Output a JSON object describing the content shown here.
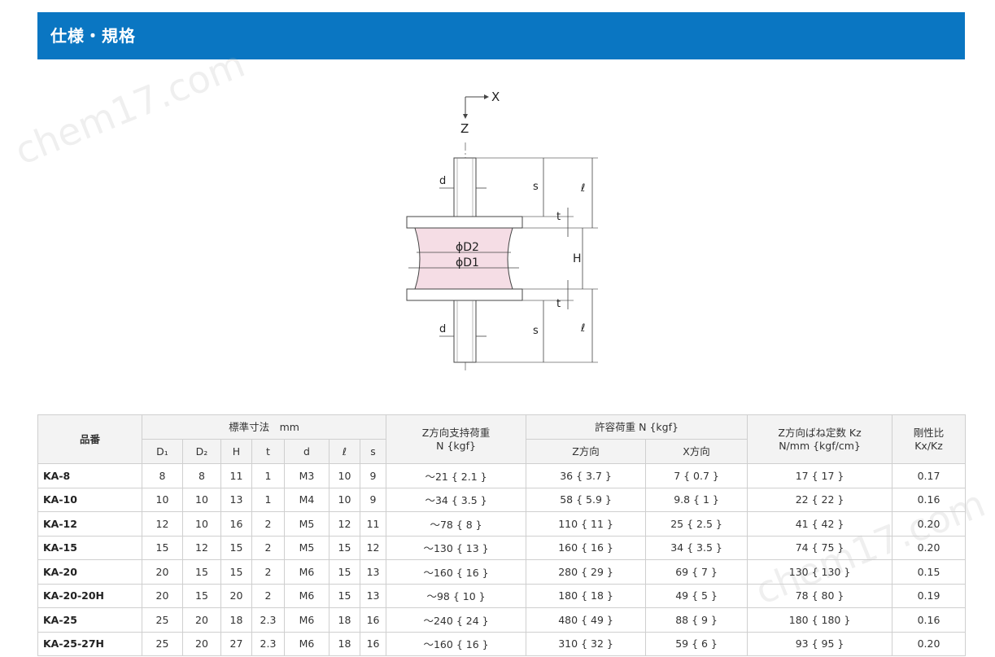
{
  "header": {
    "title": "仕様・規格"
  },
  "watermark": "chem17.com",
  "diagram": {
    "axis_x": "X",
    "axis_z": "Z",
    "label_d_top": "d",
    "label_d_bottom": "d",
    "label_s_top": "s",
    "label_s_bottom": "s",
    "label_l_top": "ℓ",
    "label_l_bottom": "ℓ",
    "label_t_top": "t",
    "label_t_bottom": "t",
    "label_H": "H",
    "label_D2": "ϕD2",
    "label_D1": "ϕD1"
  },
  "table": {
    "head": {
      "model": "品番",
      "std_dims": "標準寸法　mm",
      "z_support_load_line1": "Z方向支持荷重",
      "z_support_load_line2": "N {kgf}",
      "allow_load": "許容荷重 N {kgf}",
      "spring_const_line1": "Z方向ばね定数 Kz",
      "spring_const_line2": "N/mm {kgf/cm}",
      "stiffness_line1": "剛性比",
      "stiffness_line2": "Kx/Kz",
      "d1": "D₁",
      "d2": "D₂",
      "h": "H",
      "t": "t",
      "d": "d",
      "l": "ℓ",
      "s": "s",
      "z_dir": "Z方向",
      "x_dir": "X方向"
    },
    "rows": [
      {
        "model": "KA-8",
        "d1": "8",
        "d2": "8",
        "h": "11",
        "t": "1",
        "d": "M3",
        "l": "10",
        "s": "9",
        "support": "～21 { 2.1 }",
        "allow_z": "36 { 3.7 }",
        "allow_x": "7 { 0.7 }",
        "kz": "17 { 17 }",
        "ratio": "0.17"
      },
      {
        "model": "KA-10",
        "d1": "10",
        "d2": "10",
        "h": "13",
        "t": "1",
        "d": "M4",
        "l": "10",
        "s": "9",
        "support": "～34 { 3.5 }",
        "allow_z": "58 { 5.9 }",
        "allow_x": "9.8 { 1 }",
        "kz": "22 { 22 }",
        "ratio": "0.16"
      },
      {
        "model": "KA-12",
        "d1": "12",
        "d2": "10",
        "h": "16",
        "t": "2",
        "d": "M5",
        "l": "12",
        "s": "11",
        "support": "～78 { 8 }",
        "allow_z": "110 { 11 }",
        "allow_x": "25 { 2.5 }",
        "kz": "41 { 42 }",
        "ratio": "0.20"
      },
      {
        "model": "KA-15",
        "d1": "15",
        "d2": "12",
        "h": "15",
        "t": "2",
        "d": "M5",
        "l": "15",
        "s": "12",
        "support": "～130 { 13 }",
        "allow_z": "160 { 16 }",
        "allow_x": "34 { 3.5 }",
        "kz": "74 { 75 }",
        "ratio": "0.20"
      },
      {
        "model": "KA-20",
        "d1": "20",
        "d2": "15",
        "h": "15",
        "t": "2",
        "d": "M6",
        "l": "15",
        "s": "13",
        "support": "～160 { 16 }",
        "allow_z": "280 { 29 }",
        "allow_x": "69 { 7 }",
        "kz": "130 { 130 }",
        "ratio": "0.15"
      },
      {
        "model": "KA-20-20H",
        "d1": "20",
        "d2": "15",
        "h": "20",
        "t": "2",
        "d": "M6",
        "l": "15",
        "s": "13",
        "support": "～98 { 10 }",
        "allow_z": "180 { 18 }",
        "allow_x": "49 { 5 }",
        "kz": "78 { 80 }",
        "ratio": "0.19"
      },
      {
        "model": "KA-25",
        "d1": "25",
        "d2": "20",
        "h": "18",
        "t": "2.3",
        "d": "M6",
        "l": "18",
        "s": "16",
        "support": "～240 { 24 }",
        "allow_z": "480 { 49 }",
        "allow_x": "88 { 9 }",
        "kz": "180 { 180 }",
        "ratio": "0.16"
      },
      {
        "model": "KA-25-27H",
        "d1": "25",
        "d2": "20",
        "h": "27",
        "t": "2.3",
        "d": "M6",
        "l": "18",
        "s": "16",
        "support": "～160 { 16 }",
        "allow_z": "310 { 32 }",
        "allow_x": "59 { 6 }",
        "kz": "93 { 95 }",
        "ratio": "0.20"
      }
    ]
  }
}
